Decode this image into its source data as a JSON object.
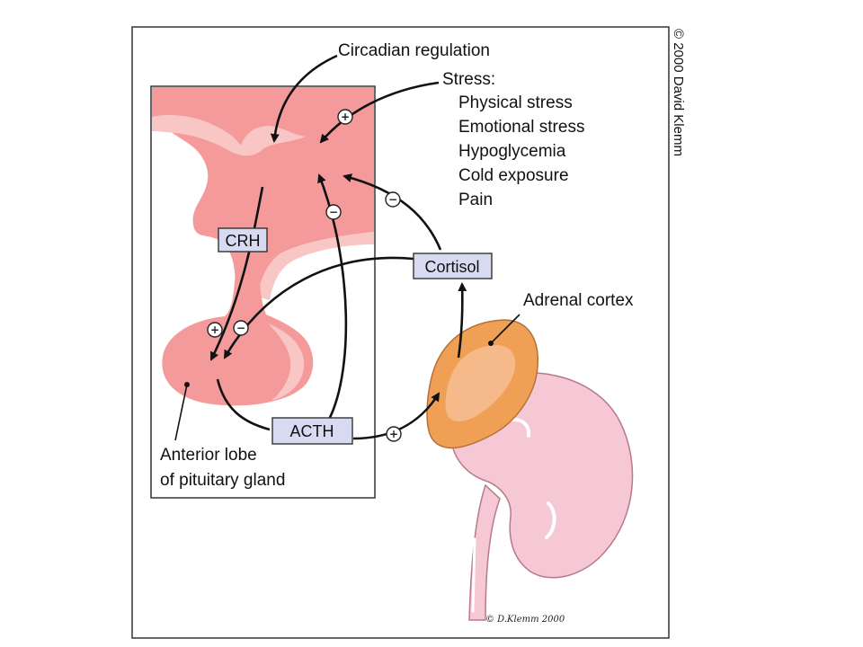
{
  "labels": {
    "circadian": "Circadian regulation",
    "stress_title": "Stress:",
    "stress_items": [
      "Physical stress",
      "Emotional stress",
      "Hypoglycemia",
      "Cold exposure",
      "Pain"
    ],
    "adrenal": "Adrenal cortex",
    "anterior_line1": "Anterior lobe",
    "anterior_line2": "of pituitary gland"
  },
  "boxes": {
    "crh": "CRH",
    "cortisol": "Cortisol",
    "acth": "ACTH"
  },
  "signs": {
    "stress": "+",
    "cortisol_hypo": "−",
    "acth_hypo": "−",
    "crh_pit": "+",
    "cortisol_pit": "−",
    "acth_adrenal": "+"
  },
  "copyright": "© 2000 David Klemm",
  "signature": "© D.Klemm 2000",
  "colors": {
    "hypothalamus": "#f49a9a",
    "hypothalamus_light": "#f9c6c6",
    "pituitary": "#f49a9a",
    "box_fill": "#d8daf2",
    "adrenal_outer": "#f0a055",
    "adrenal_inner": "#f5b98a",
    "kidney": "#f6c7d4"
  }
}
